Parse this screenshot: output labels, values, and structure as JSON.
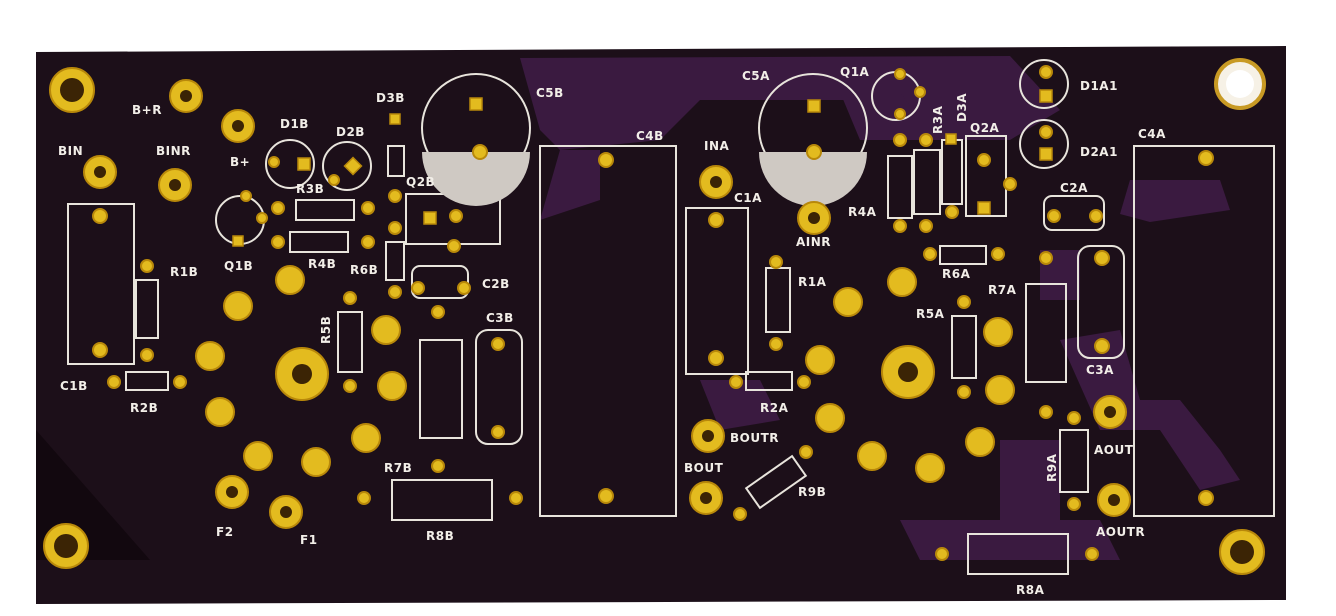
{
  "board": {
    "color": "#1c0f19",
    "trace_color": "#3a1a40",
    "pad_color": "#e3bb1f",
    "silk_color": "#f2eee8",
    "background_color": "#ffffff"
  },
  "labels": {
    "bin": "BIN",
    "bplus_r": "B+R",
    "bplus": "B+",
    "binr": "BINR",
    "d1b": "D1B",
    "d2b": "D2B",
    "d3b": "D3B",
    "c5b": "C5B",
    "c4b": "C4B",
    "ina": "INA",
    "c5a": "C5A",
    "q1a": "Q1A",
    "r3a": "R3A",
    "d3a": "D3A",
    "q2a": "Q2A",
    "d1a1": "D1A1",
    "d2a1": "D2A1",
    "c4a": "C4A",
    "r3b": "R3B",
    "q2b": "Q2B",
    "q1b": "Q1B",
    "r4b": "R4B",
    "r6b": "R6B",
    "c2b": "C2B",
    "r1b": "R1B",
    "c1a": "C1A",
    "ainr": "AINR",
    "r4a": "R4A",
    "c2a": "C2A",
    "r6a": "R6A",
    "r7a": "R7A",
    "r1a": "R1A",
    "r5b": "R5B",
    "c3b": "C3B",
    "r5a": "R5A",
    "c3a": "C3A",
    "c1b": "C1B",
    "r2b": "R2B",
    "r2a": "R2A",
    "boutr": "BOUTR",
    "aout": "AOUT",
    "bout": "BOUT",
    "r9b": "R9B",
    "r9a": "R9A",
    "r7b": "R7B",
    "aoutr": "AOUTR",
    "f2": "F2",
    "f1": "F1",
    "r8b": "R8B",
    "r8a": "R8A"
  }
}
